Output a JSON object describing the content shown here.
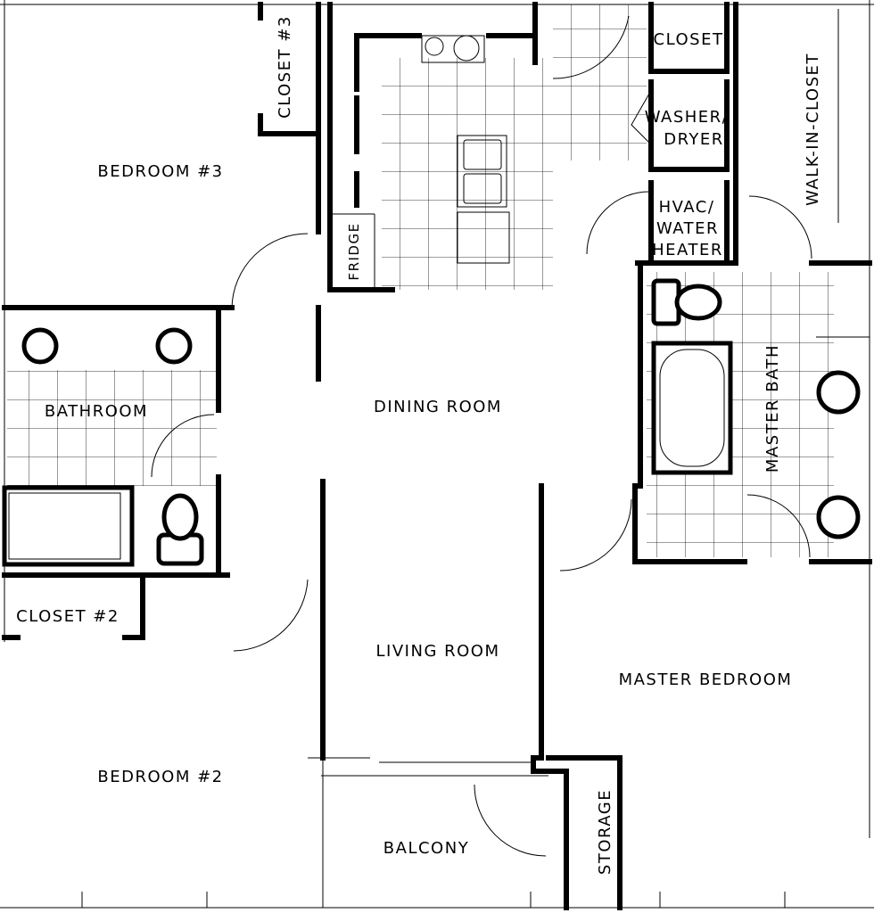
{
  "rooms": {
    "bedroom3": "BEDROOM #3",
    "closet3": "CLOSET #3",
    "fridge": "FRIDGE",
    "closet": "CLOSET",
    "washer_dryer_1": "WASHER/",
    "washer_dryer_2": "DRYER",
    "hvac_1": "HVAC/",
    "hvac_2": "WATER",
    "hvac_3": "HEATER",
    "walk_in_closet": "WALK-IN-CLOSET",
    "bathroom": "BATHROOM",
    "dining_room": "DINING ROOM",
    "master_bath": "MASTER BATH",
    "closet2": "CLOSET #2",
    "living_room": "LIVING ROOM",
    "master_bedroom": "MASTER BEDROOM",
    "bedroom2": "BEDROOM #2",
    "balcony": "BALCONY",
    "storage": "STORAGE"
  }
}
